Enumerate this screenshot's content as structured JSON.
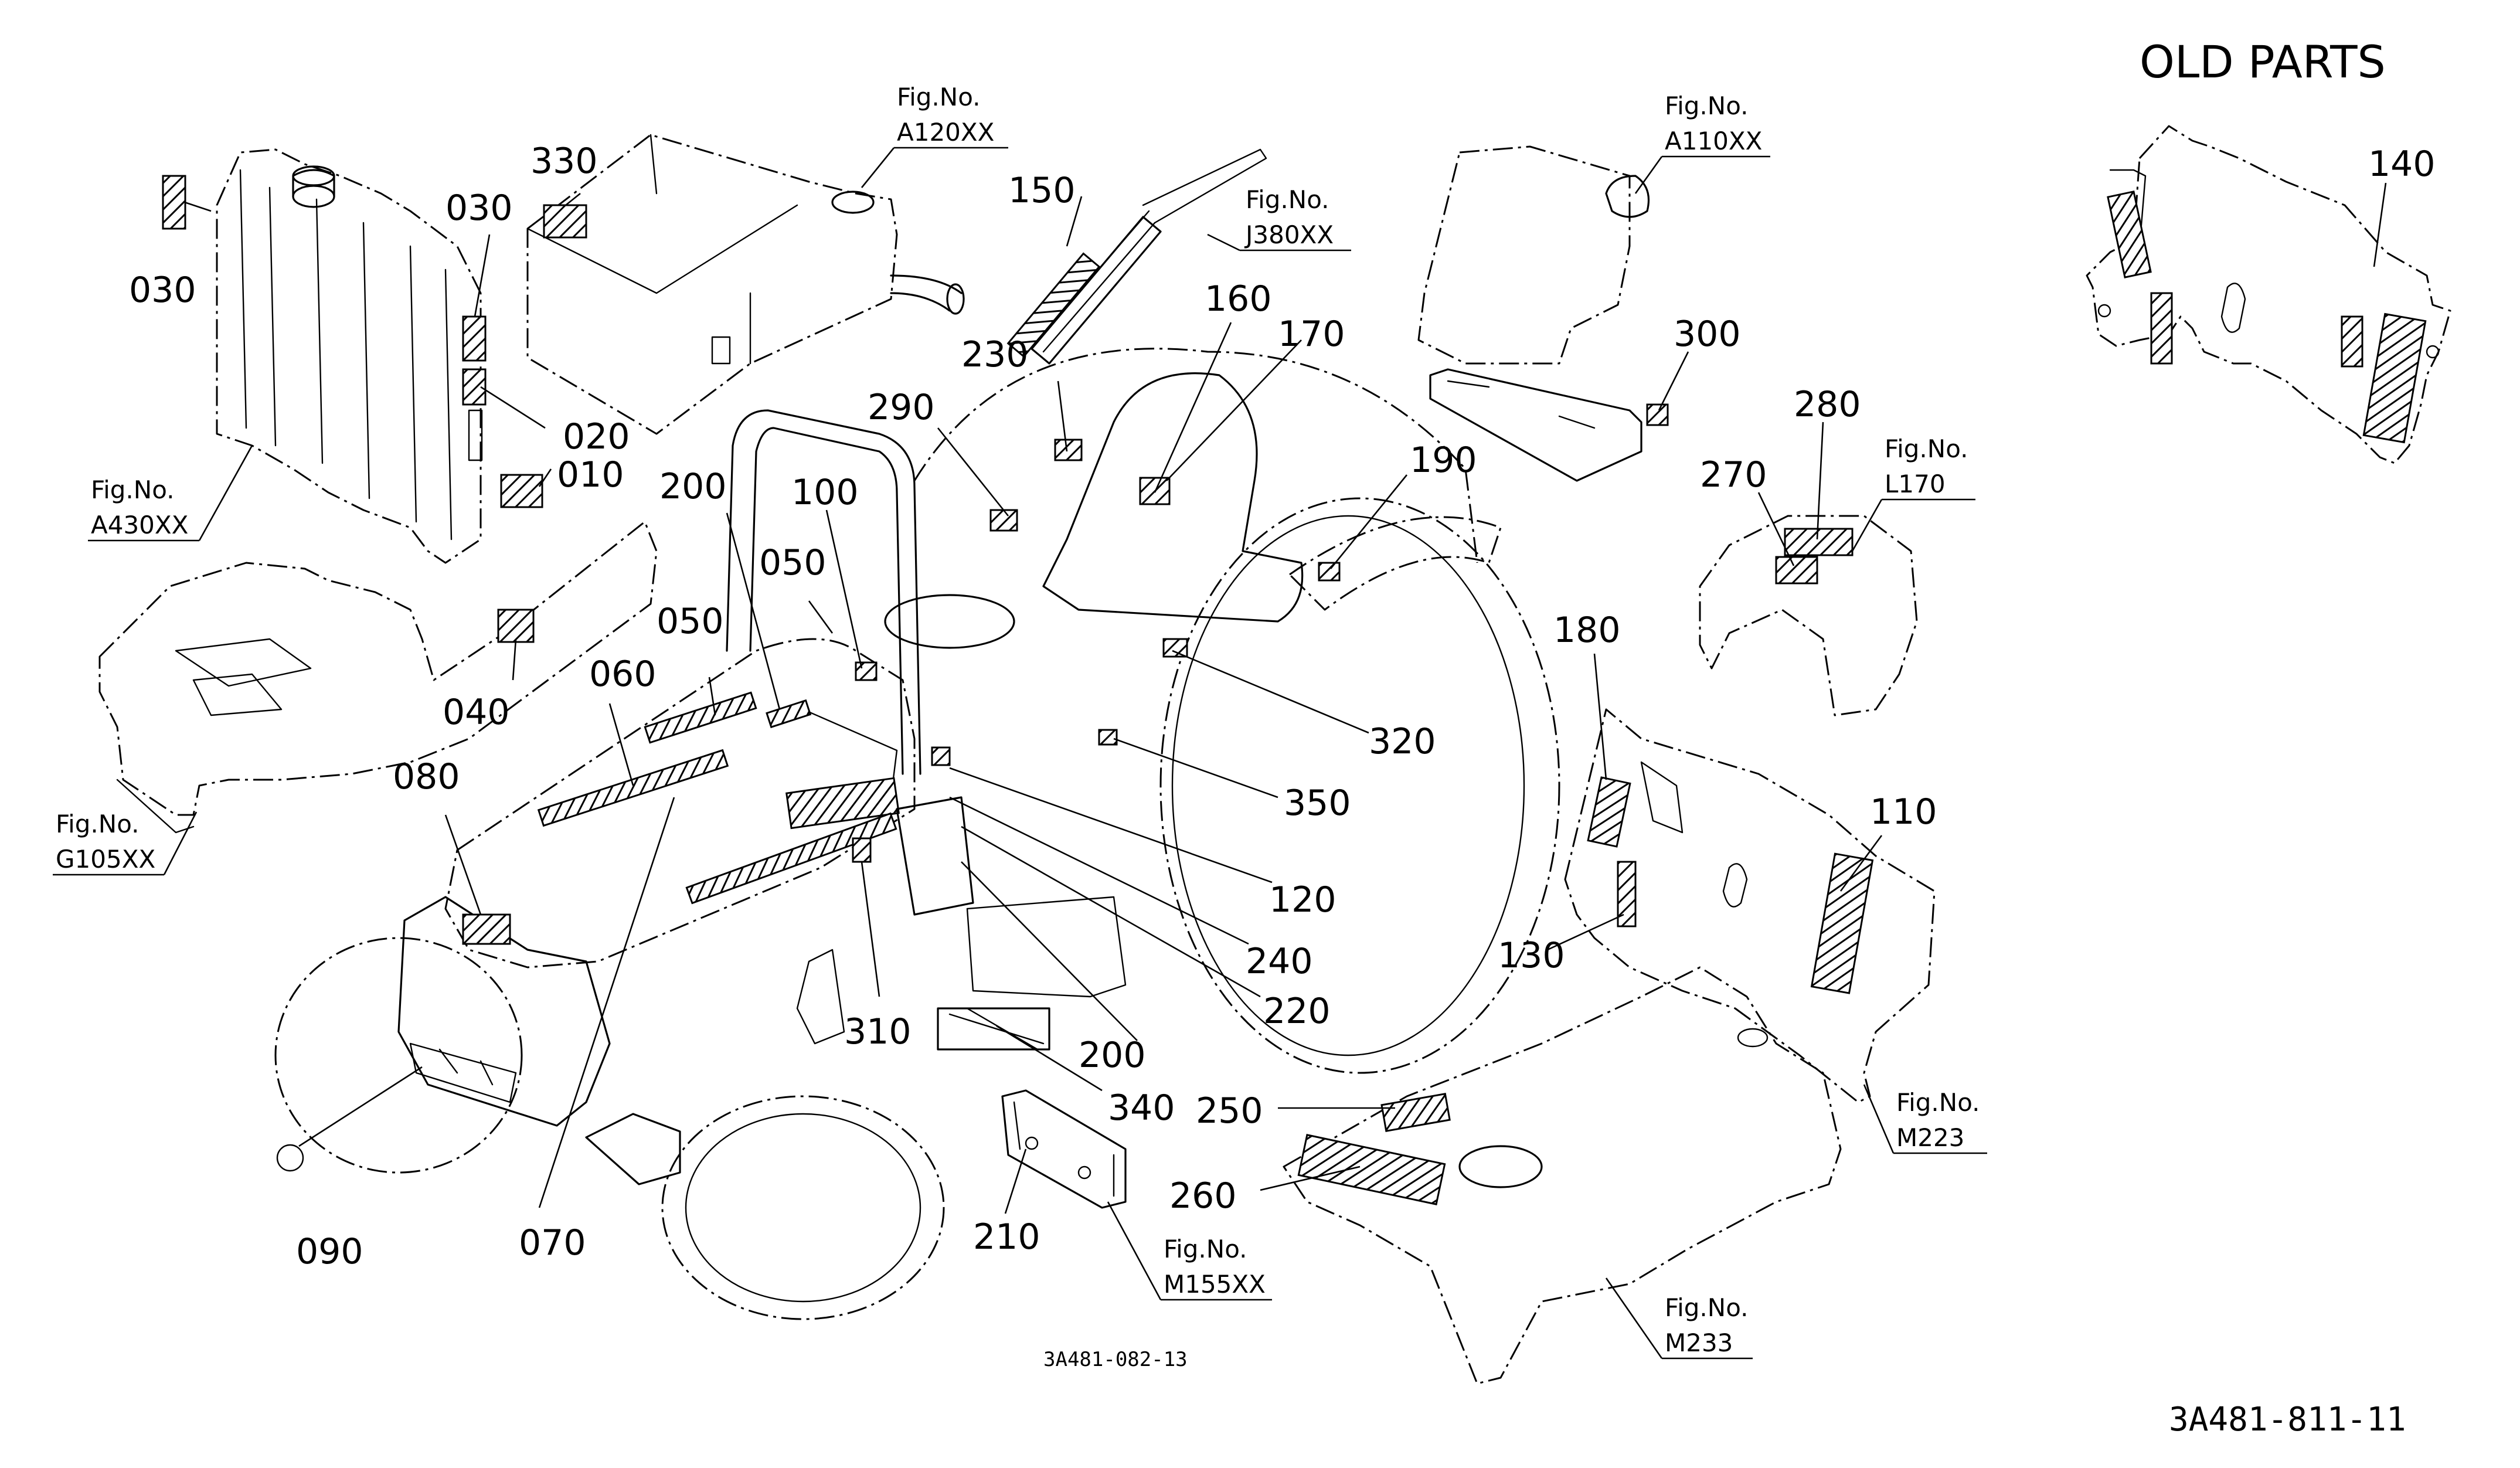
{
  "title": "OLD PARTS",
  "drawing_code": "3A481-811-11",
  "sub_code": "3A481-082-13",
  "callouts": {
    "c330": "330",
    "c030a": "030",
    "c030b": "030",
    "c020": "020",
    "c010": "010",
    "c040": "040",
    "c060": "060",
    "c050a": "050",
    "c050b": "050",
    "c200a": "200",
    "c100": "100",
    "c080": "080",
    "c090": "090",
    "c070": "070",
    "c310": "310",
    "c340": "340",
    "c200b": "200",
    "c220": "220",
    "c240": "240",
    "c120": "120",
    "c350": "350",
    "c320": "320",
    "c150": "150",
    "c230": "230",
    "c290": "290",
    "c160": "160",
    "c170": "170",
    "c190": "190",
    "c300": "300",
    "c270": "270",
    "c280": "280",
    "c180": "180",
    "c110": "110",
    "c130": "130",
    "c250": "250",
    "c260": "260",
    "c210": "210",
    "c140": "140"
  },
  "fig_refs": {
    "A120": {
      "label": "Fig.No.",
      "code": "A120XX"
    },
    "J380": {
      "label": "Fig.No.",
      "code": "J380XX"
    },
    "A110": {
      "label": "Fig.No.",
      "code": "A110XX"
    },
    "A430": {
      "label": "Fig.No.",
      "code": "A430XX"
    },
    "G105": {
      "label": "Fig.No.",
      "code": "G105XX"
    },
    "L170": {
      "label": "Fig.No.",
      "code": "L170"
    },
    "M223": {
      "label": "Fig.No.",
      "code": "M223"
    },
    "M155": {
      "label": "Fig.No.",
      "code": "M155XX"
    },
    "M233": {
      "label": "Fig.No.",
      "code": "M233"
    }
  },
  "colors": {
    "line": "#000000",
    "background": "#ffffff"
  }
}
